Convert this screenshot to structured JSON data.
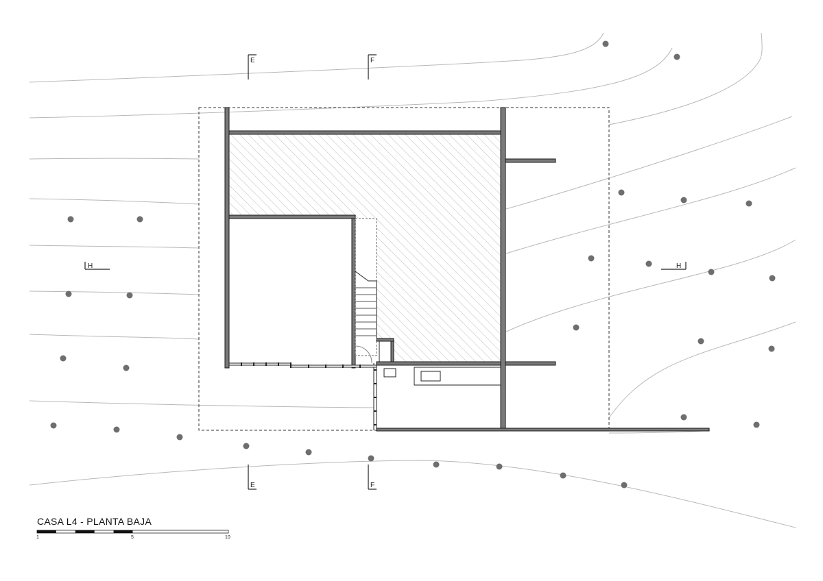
{
  "drawing": {
    "title": "CASA L4 - PLANTA BAJA"
  },
  "section_markers": {
    "e": "E",
    "f": "F",
    "h": "H"
  },
  "scale_bar": {
    "tick_labels": [
      "1",
      "5",
      "10"
    ],
    "segments": 10
  },
  "colors": {
    "wall_fill": "#7a7a7a",
    "wall_outline": "#1a1a1a",
    "tree_dot": "#6e6e6e",
    "contour_line": "#b8b8b8",
    "hatch": "#bdbdbd"
  }
}
